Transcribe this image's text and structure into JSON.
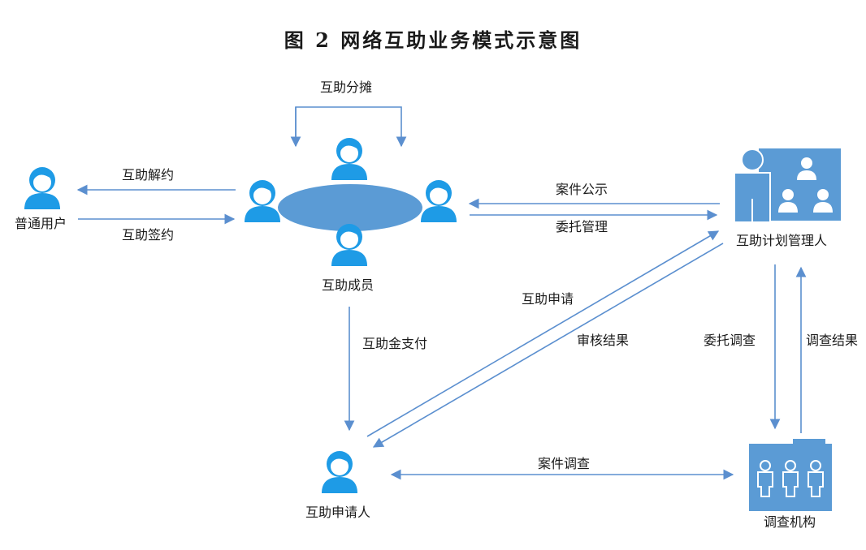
{
  "title": "图 2  网络互助业务模式示意图",
  "colors": {
    "icon_blue": "#1E9BE6",
    "ellipse_fill": "#5B9BD5",
    "box_fill": "#5B9BD5",
    "arrow": "#5B8FCF",
    "text": "#1a1a1a"
  },
  "nodes": {
    "ordinary_user": {
      "label": "普通用户",
      "icon": "person-icon"
    },
    "members": {
      "label": "互助成员",
      "icon": "group-table-icon"
    },
    "manager": {
      "label": "互助计划管理人",
      "icon": "presenter-board-icon"
    },
    "applicant": {
      "label": "互助申请人",
      "icon": "person-icon"
    },
    "agency": {
      "label": "调查机构",
      "icon": "three-persons-box-icon"
    }
  },
  "edges": {
    "cost_sharing": "互助分摊",
    "terminate": "互助解约",
    "sign": "互助签约",
    "case_public": "案件公示",
    "entrust_manage": "委托管理",
    "apply": "互助申请",
    "review_result": "审核结果",
    "payout": "互助金支付",
    "entrust_investigate": "委托调查",
    "investigation_result": "调查结果",
    "case_investigate": "案件调查"
  }
}
